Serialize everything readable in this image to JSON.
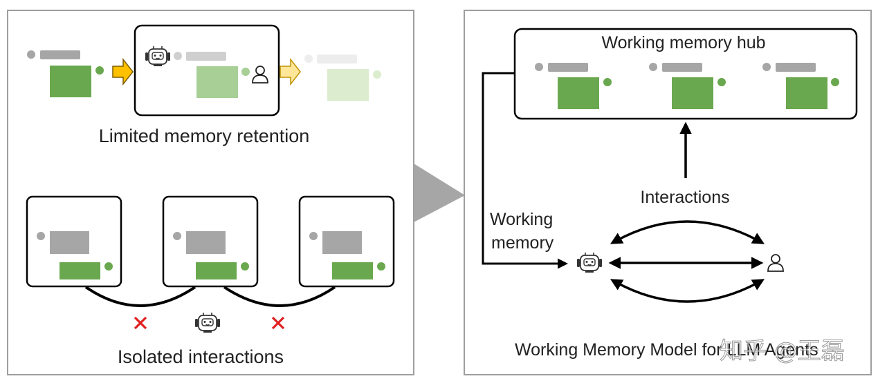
{
  "left_panel": {
    "top_caption": "Limited memory retention",
    "bottom_caption": "Isolated interactions"
  },
  "right_panel": {
    "hub_title": "Working memory hub",
    "interactions_label": "Interactions",
    "working_memory_label_line1": "Working",
    "working_memory_label_line2": "memory",
    "footer_caption": "Working Memory Model for LLM Agents"
  },
  "watermark": "知乎 @王磊",
  "colors": {
    "green": "#6aa84f",
    "green_faded": "#a8cf96",
    "green_very_faded": "#dbeccf",
    "gray_block": "#a6a6a6",
    "arrow_yellow": "#ffc000",
    "cross_red": "#e02020",
    "panel_border": "#9e9e9e",
    "big_triangle": "#a6a6a6"
  },
  "icons": [
    "robot-icon",
    "user-icon",
    "cross-icon",
    "chevron-arrow-icon",
    "triangle-arrow-icon"
  ]
}
